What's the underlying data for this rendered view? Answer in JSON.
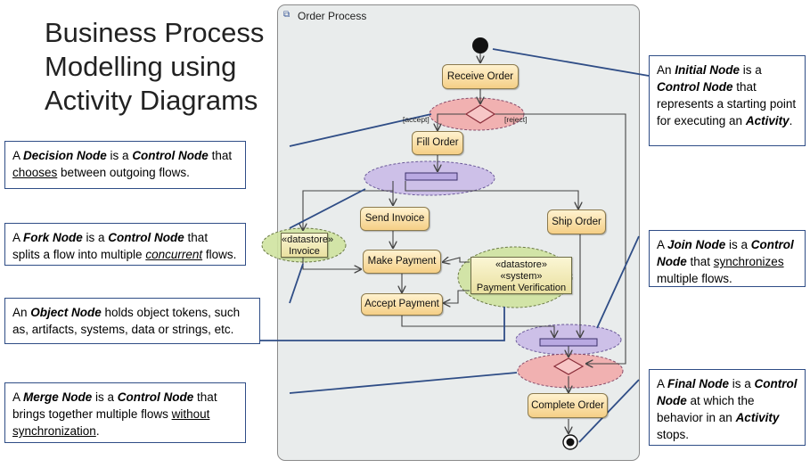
{
  "title": [
    "Business Process",
    "Modelling using",
    "Activity Diagrams"
  ],
  "diagram": {
    "name": "Order Process",
    "actions": {
      "receive_order": "Receive Order",
      "fill_order": "Fill Order",
      "send_invoice": "Send Invoice",
      "ship_order": "Ship Order",
      "make_payment": "Make Payment",
      "accept_payment": "Accept Payment",
      "complete_order": "Complete Order"
    },
    "objects": {
      "invoice_stereotype": "«datastore»",
      "invoice_name": "Invoice",
      "pv_stereotype1": "«datastore»",
      "pv_stereotype2": "«system»",
      "pv_name": "Payment Verification"
    },
    "guards": {
      "accept": "[accept]",
      "reject": "[reject]"
    }
  },
  "callouts": {
    "initial": {
      "p1": "An ",
      "term": "Initial Node",
      "p2": " is a ",
      "term2": "Control Node",
      "p3": " that represents a starting point for executing an ",
      "term3": "Activity",
      "p4": "."
    },
    "decision": {
      "p1": "A ",
      "term": "Decision Node",
      "p2": " is a ",
      "term2": "Control Node",
      "p3": " that ",
      "u": "chooses",
      "p4": " between outgoing flows."
    },
    "fork": {
      "p1": "A ",
      "term": "Fork Node",
      "p2": " is a ",
      "term2": "Control Node",
      "p3": " that splits a flow into multiple ",
      "u": "concurrent",
      "p4": " flows."
    },
    "object": {
      "p1": "An ",
      "term": "Object Node",
      "p2": " holds object tokens, such as, artifacts, systems, data or strings, etc."
    },
    "merge": {
      "p1": "A ",
      "term": "Merge Node",
      "p2": " is a ",
      "term2": "Control Node",
      "p3": " that brings together multiple flows ",
      "u": "without synchronization",
      "p4": "."
    },
    "join": {
      "p1": "A ",
      "term": "Join Node",
      "p2": " is a ",
      "term2": "Control Node",
      "p3": " that ",
      "u": "synchronizes",
      "p4": " multiple flows."
    },
    "final": {
      "p1": "A ",
      "term": "Final Node",
      "p2": " is a ",
      "term2": "Control Node",
      "p3": " at which the behavior in an ",
      "term3": "Activity",
      "p4": " stops."
    }
  },
  "colors": {
    "callout_border": "#2f4d86",
    "decision_highlight": "#f2a7a7",
    "fork_highlight": "#c8b8e8",
    "object_highlight": "#cfe3a0",
    "action_fill": "#f5cf86"
  }
}
